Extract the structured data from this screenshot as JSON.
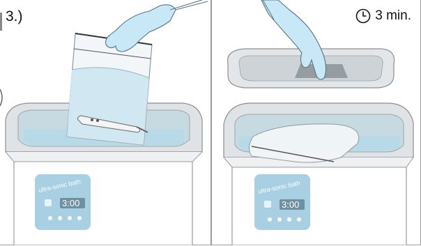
{
  "step": {
    "label": "3.)"
  },
  "timer": {
    "label": "3 min."
  },
  "bath_left": {
    "brand": "ultra-sonic bath",
    "display": "3:00"
  },
  "bath_right": {
    "brand": "ultra-sonic bath",
    "display": "3:00"
  },
  "colors": {
    "glove": "#c9e8f7",
    "water": "#cfe7f2",
    "panel": "#9fcbe0",
    "arrow": "#2aa4dc",
    "steel": "#d8dde0"
  }
}
